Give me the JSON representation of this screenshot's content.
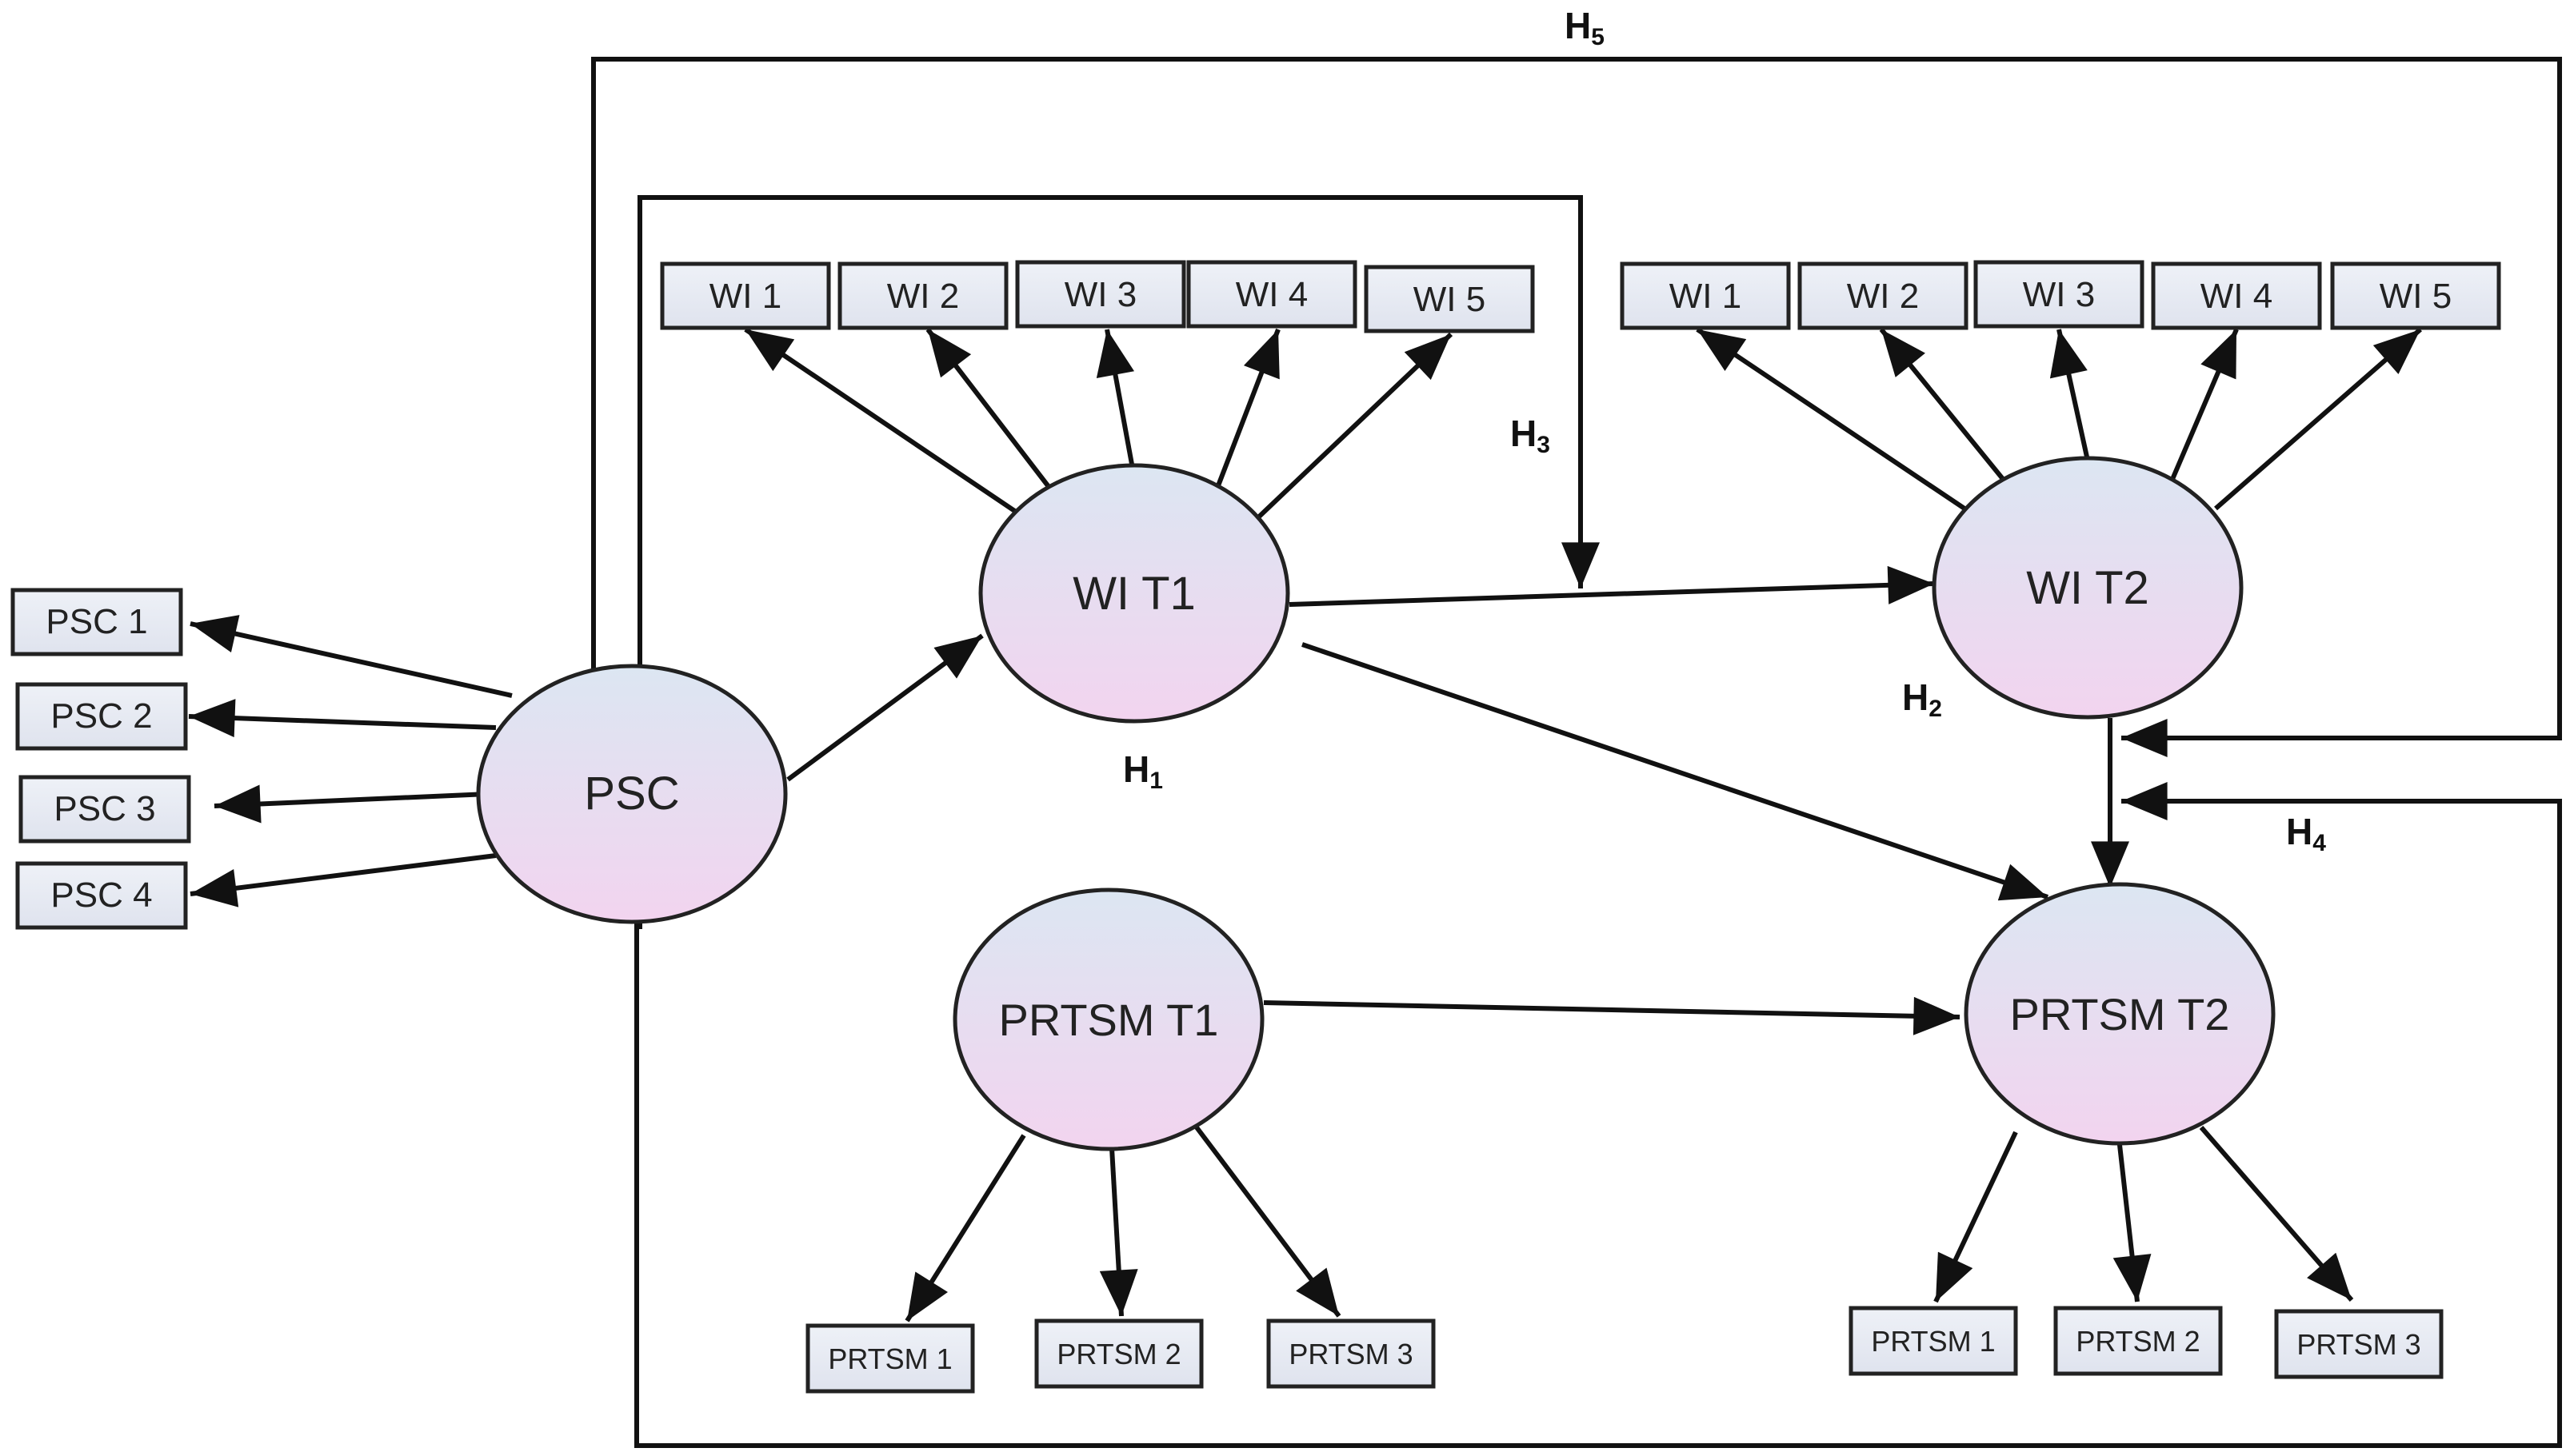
{
  "latent": {
    "psc": "PSC",
    "wi_t1": "WI T1",
    "wi_t2": "WI T2",
    "prtsm_t1": "PRTSM T1",
    "prtsm_t2": "PRTSM T2"
  },
  "indicators": {
    "psc": [
      "PSC 1",
      "PSC 2",
      "PSC 3",
      "PSC 4"
    ],
    "wi_t1": [
      "WI 1",
      "WI 2",
      "WI 3",
      "WI 4",
      "WI 5"
    ],
    "wi_t2": [
      "WI 1",
      "WI 2",
      "WI 3",
      "WI 4",
      "WI 5"
    ],
    "prtsm_t1": [
      "PRTSM 1",
      "PRTSM 2",
      "PRTSM 3"
    ],
    "prtsm_t2": [
      "PRTSM 1",
      "PRTSM 2",
      "PRTSM 3"
    ]
  },
  "hypotheses": {
    "h1": {
      "main": "H",
      "sub": "1"
    },
    "h2": {
      "main": "H",
      "sub": "2"
    },
    "h3": {
      "main": "H",
      "sub": "3"
    },
    "h4": {
      "main": "H",
      "sub": "4"
    },
    "h5": {
      "main": "H",
      "sub": "5"
    }
  },
  "colors": {
    "ellipse_top": "#dce6f2",
    "ellipse_bottom": "#f2d4ef",
    "box_fill": "#e6eaf2",
    "stroke": "#111111"
  }
}
